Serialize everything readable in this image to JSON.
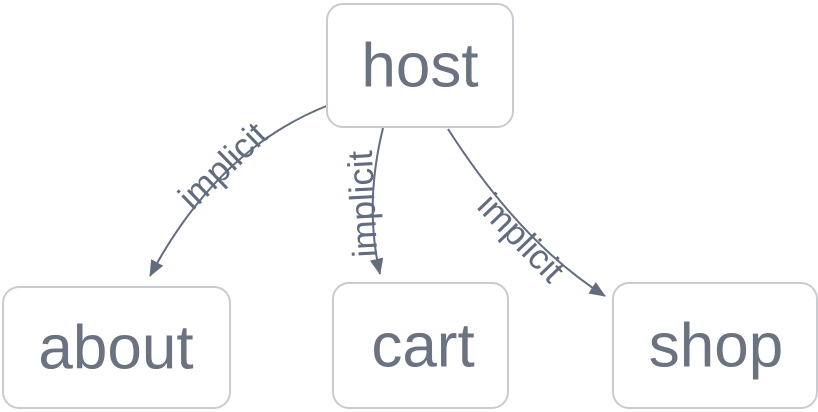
{
  "diagram": {
    "type": "dependency-graph",
    "nodes": [
      {
        "id": "host",
        "label": "host"
      },
      {
        "id": "about",
        "label": "about"
      },
      {
        "id": "cart",
        "label": "cart"
      },
      {
        "id": "shop",
        "label": "shop"
      }
    ],
    "edges": [
      {
        "from": "host",
        "to": "about",
        "label": "implicit"
      },
      {
        "from": "host",
        "to": "cart",
        "label": "implicit"
      },
      {
        "from": "host",
        "to": "shop",
        "label": "implicit"
      }
    ],
    "colors": {
      "background": "#ffffff",
      "node_fill": "#ffffff",
      "node_border": "#c8ccd1",
      "node_text": "#6b7280",
      "edge": "#616c7e",
      "edge_label": "#616c7e"
    }
  }
}
